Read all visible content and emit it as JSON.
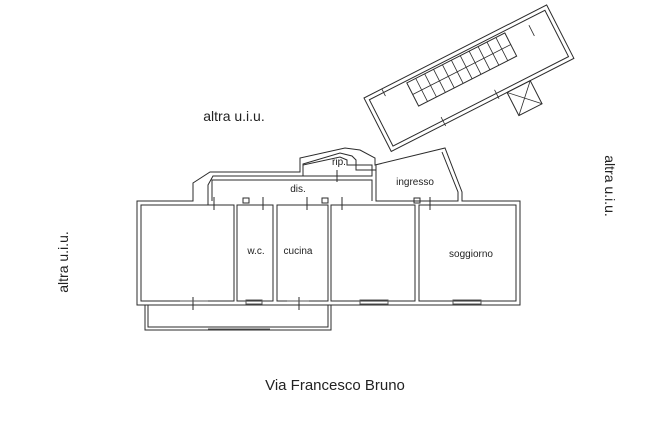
{
  "plan": {
    "neighbors": {
      "top": "altra u.i.u.",
      "left": "altra u.i.u.",
      "right": "altra u.i.u."
    },
    "rooms": {
      "rip": "rip.",
      "dis": "dis.",
      "ingresso": "ingresso",
      "wc": "w.c.",
      "cucina": "cucina",
      "soggiorno": "soggiorno"
    },
    "street": "Via Francesco Bruno",
    "colors": {
      "wall": "#2b2b2b",
      "background": "#ffffff",
      "text": "#222222"
    }
  }
}
